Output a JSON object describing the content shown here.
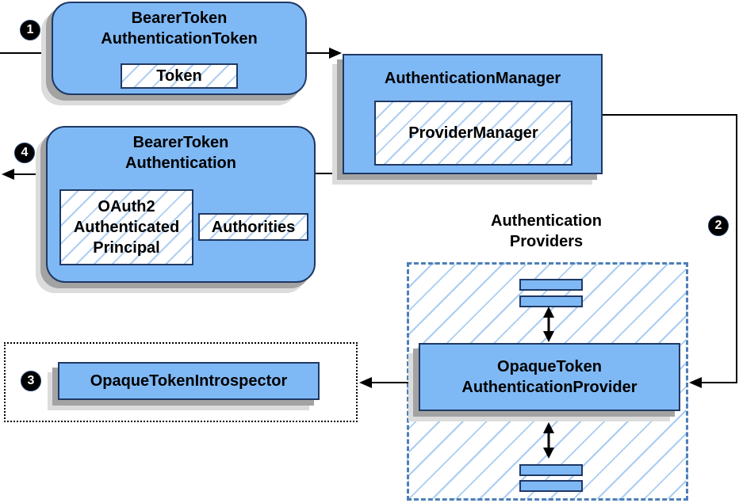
{
  "steps": {
    "s1": "1",
    "s2": "2",
    "s3": "3",
    "s4": "4"
  },
  "nodes": {
    "bearer_token_authentication_token": {
      "title": "BearerToken\nAuthenticationToken",
      "token": "Token"
    },
    "authentication_manager": {
      "title": "AuthenticationManager",
      "provider_manager": "ProviderManager"
    },
    "bearer_token_authentication": {
      "title": "BearerToken\nAuthentication",
      "principal": "OAuth2\nAuthenticated\nPrincipal",
      "authorities": "Authorities"
    },
    "authentication_providers_group": {
      "label": "Authentication\nProviders"
    },
    "opaque_token_authentication_provider": {
      "title": "OpaqueToken\nAuthenticationProvider"
    },
    "opaque_token_introspector": {
      "title": "OpaqueTokenIntrospector"
    }
  },
  "colors": {
    "node_fill": "#7FB9F5",
    "node_border": "#1F3864",
    "hatch_line": "#A9CDF2",
    "region_border": "#4D7EB8",
    "shadow_dark": "#A3A3A3",
    "shadow_light": "#DCDCDC",
    "arrow": "#000000",
    "badge_bg": "#000000",
    "badge_text": "#FFFFFF"
  }
}
